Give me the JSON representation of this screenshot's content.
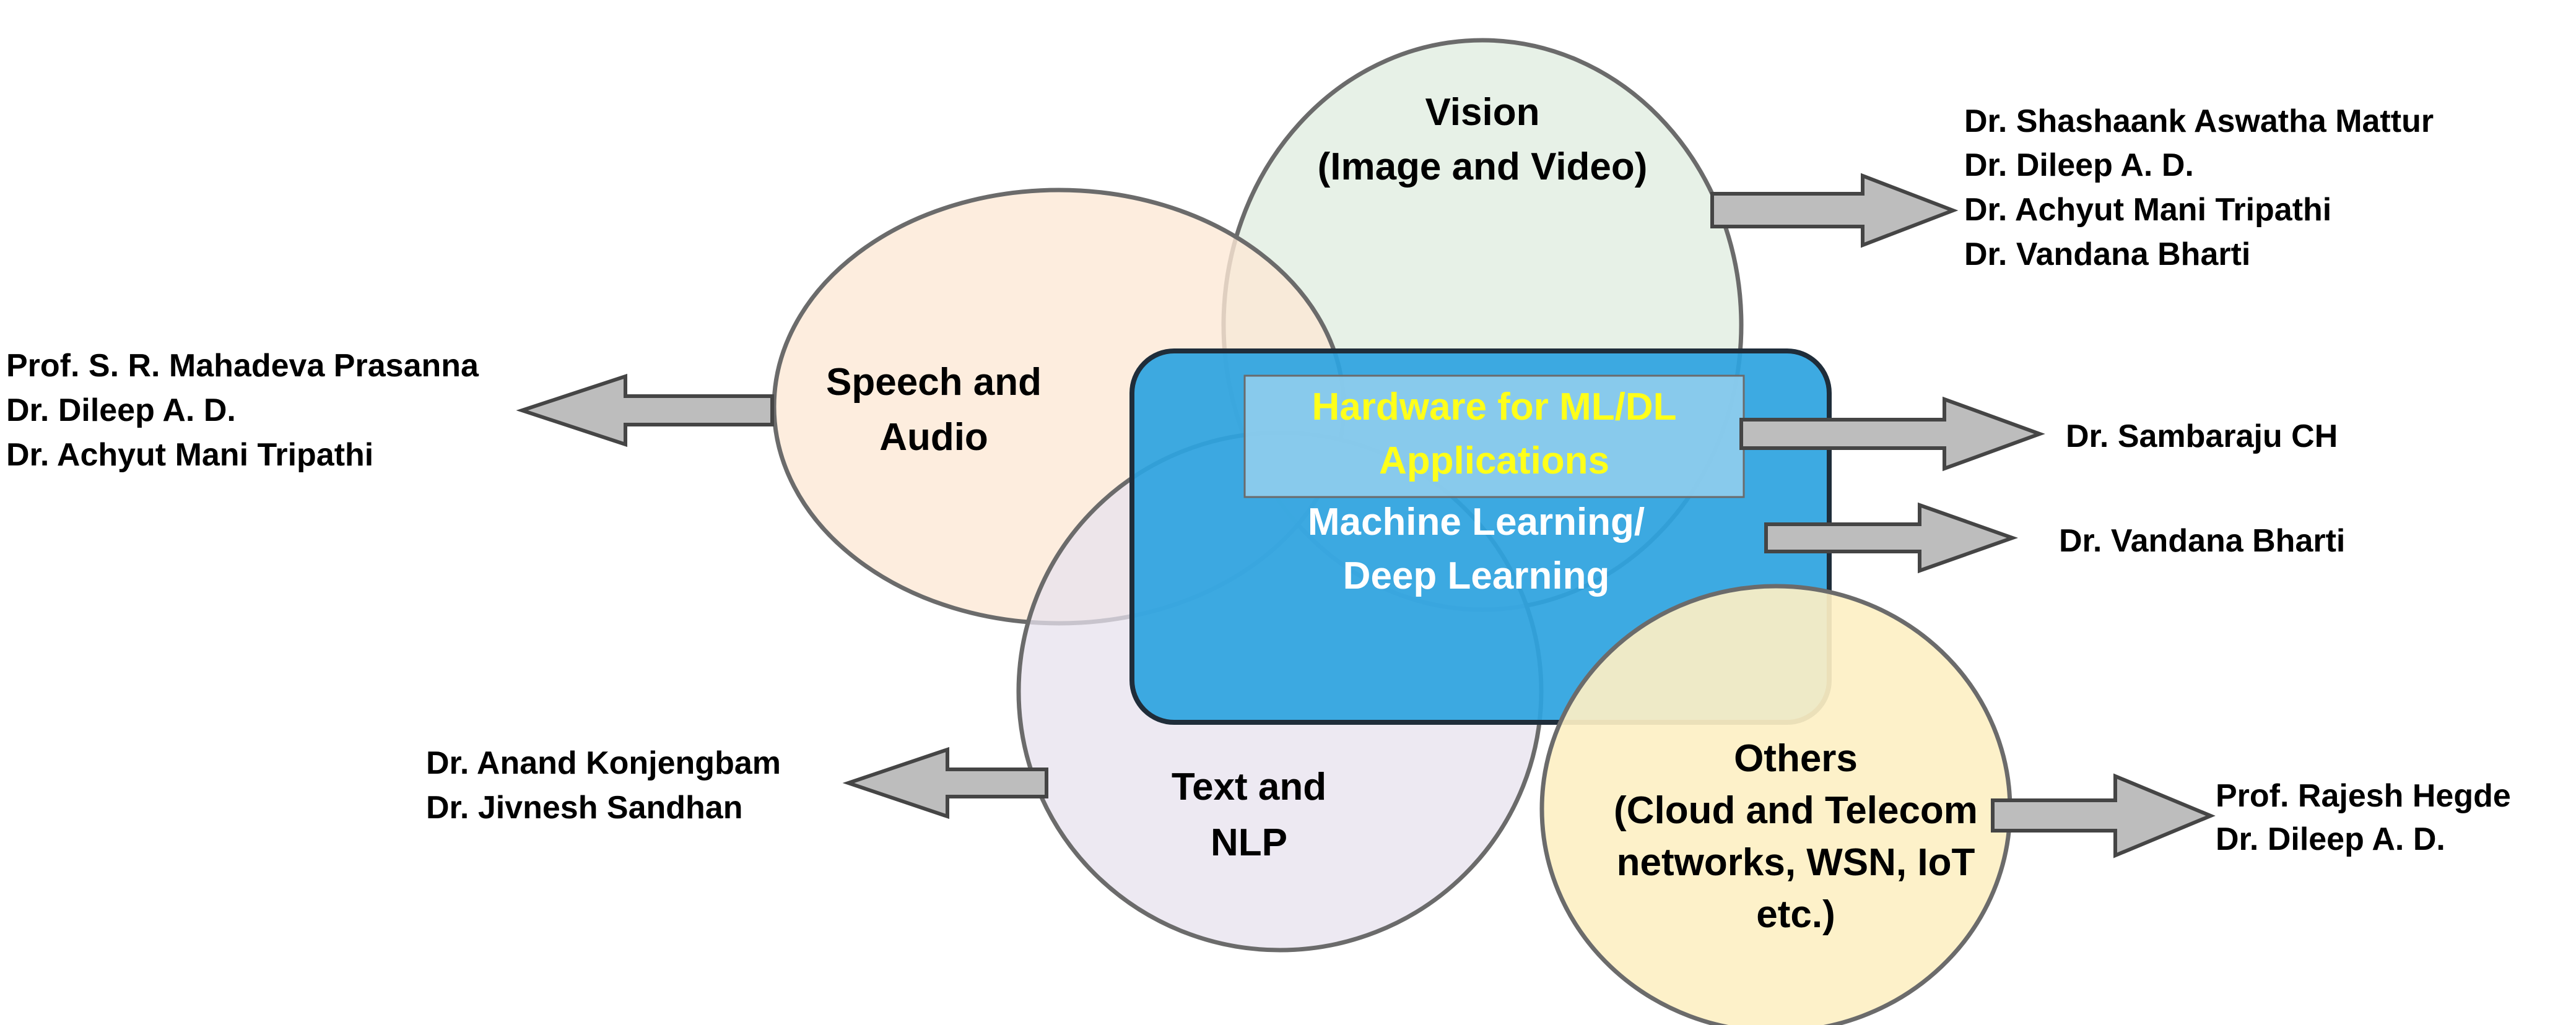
{
  "colors": {
    "vision_fill": "#e3efe3",
    "speech_fill": "#fce9d6",
    "text_fill": "#e7e1ee",
    "others_fill": "#fdf0c4",
    "circle_stroke": "#6b6b6b",
    "center_fill": "#2ea4e0",
    "center_stroke": "#1f2d3a",
    "hardware_fill": "#8ccbec",
    "hardware_text": "#ffff1a",
    "center_text": "#ffffff",
    "arrow_fill": "#bdbdbd",
    "arrow_stroke": "#454545",
    "text": "#000000"
  },
  "circles": {
    "vision": {
      "line1": "Vision",
      "line2": "(Image and Video)"
    },
    "speech": {
      "line1": "Speech and",
      "line2": "Audio"
    },
    "text": {
      "line1": "Text and",
      "line2": "NLP"
    },
    "others": {
      "line1": "Others",
      "line2": "(Cloud and Telecom",
      "line3": "networks, WSN, IoT",
      "line4": "etc.)"
    }
  },
  "center": {
    "hardware_line1": "Hardware for ML/DL",
    "hardware_line2": "Applications",
    "ml_line1": "Machine Learning/",
    "ml_line2": "Deep Learning"
  },
  "people": {
    "vision": [
      "Dr. Shashaank Aswatha Mattur",
      "Dr. Dileep A. D.",
      "Dr. Achyut Mani Tripathi",
      "Dr. Vandana Bharti"
    ],
    "speech": [
      "Prof. S. R. Mahadeva Prasanna",
      "Dr. Dileep A. D.",
      "Dr. Achyut Mani Tripathi"
    ],
    "hardware": [
      "Dr. Sambaraju CH"
    ],
    "ml": [
      "Dr. Vandana Bharti"
    ],
    "text": [
      "Dr. Anand Konjengbam",
      "Dr. Jivnesh Sandhan"
    ],
    "others": [
      "Prof. Rajesh Hegde",
      "Dr. Dileep A. D."
    ]
  }
}
